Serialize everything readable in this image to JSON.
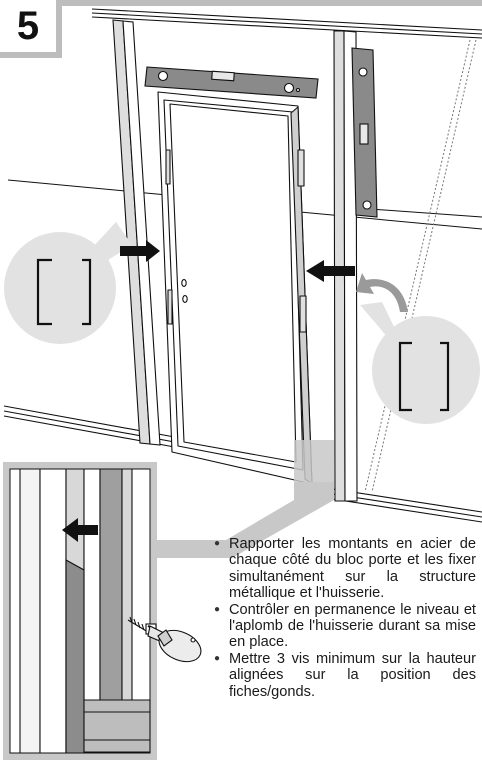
{
  "step": {
    "number": "5"
  },
  "instructions": [
    {
      "text": "Rapporter les montants en acier de chaque côté du bloc porte et les fixer simultanément sur la structure métallique et l'huisserie."
    },
    {
      "text": "Contrôler en permanence le niveau et l'aplomb de l'huisserie durant sa mise en place."
    },
    {
      "text": "Mettre 3 vis minimum sur la hauteur alignées sur la position des fiches/gonds."
    }
  ],
  "colors": {
    "badge_border": "#bdbdbd",
    "callout_fill": "#e2e2e2",
    "arrow": "#111111"
  }
}
